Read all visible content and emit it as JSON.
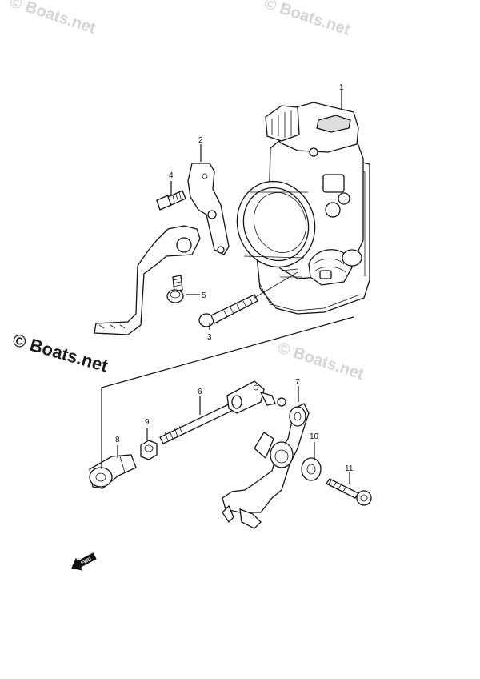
{
  "watermarks": {
    "top_left": "© Boats.net",
    "top_center": "© Boats.net",
    "mid_left": "© Boats.net",
    "mid_right": "© Boats.net"
  },
  "callouts": {
    "p1": "1",
    "p2": "2",
    "p3": "3",
    "p4": "4",
    "p5": "5",
    "p6": "6",
    "p7": "7",
    "p8": "8",
    "p9": "9",
    "p10": "10",
    "p11": "11"
  },
  "fwd_label": "FWD"
}
